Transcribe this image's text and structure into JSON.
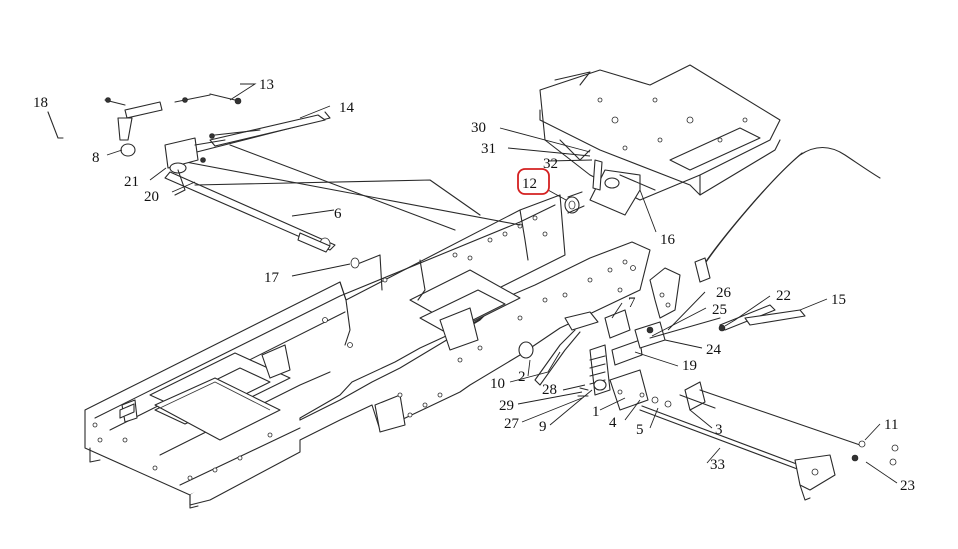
{
  "diagram": {
    "highlight_color": "#d42020",
    "highlighted_part": "12",
    "labels": [
      {
        "id": "p18",
        "text": "18"
      },
      {
        "id": "p13",
        "text": "13"
      },
      {
        "id": "p14",
        "text": "14"
      },
      {
        "id": "p8",
        "text": "8"
      },
      {
        "id": "p21",
        "text": "21"
      },
      {
        "id": "p20",
        "text": "20"
      },
      {
        "id": "p6",
        "text": "6"
      },
      {
        "id": "p17",
        "text": "17"
      },
      {
        "id": "p30",
        "text": "30"
      },
      {
        "id": "p31",
        "text": "31"
      },
      {
        "id": "p32",
        "text": "32"
      },
      {
        "id": "p12",
        "text": "12"
      },
      {
        "id": "p16",
        "text": "16"
      },
      {
        "id": "p7",
        "text": "7"
      },
      {
        "id": "p26",
        "text": "26"
      },
      {
        "id": "p25",
        "text": "25"
      },
      {
        "id": "p22",
        "text": "22"
      },
      {
        "id": "p15",
        "text": "15"
      },
      {
        "id": "p24",
        "text": "24"
      },
      {
        "id": "p19",
        "text": "19"
      },
      {
        "id": "p2",
        "text": "2"
      },
      {
        "id": "p10",
        "text": "10"
      },
      {
        "id": "p28",
        "text": "28"
      },
      {
        "id": "p29",
        "text": "29"
      },
      {
        "id": "p27",
        "text": "27"
      },
      {
        "id": "p9",
        "text": "9"
      },
      {
        "id": "p1",
        "text": "1"
      },
      {
        "id": "p4",
        "text": "4"
      },
      {
        "id": "p5",
        "text": "5"
      },
      {
        "id": "p3",
        "text": "3"
      },
      {
        "id": "p11",
        "text": "11"
      },
      {
        "id": "p23",
        "text": "23"
      },
      {
        "id": "p33",
        "text": "33"
      }
    ]
  }
}
